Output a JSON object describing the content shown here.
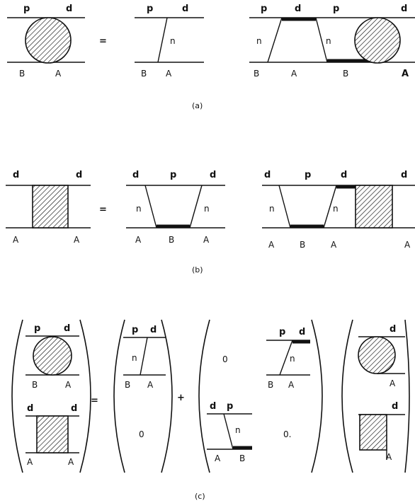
{
  "panel_a": {
    "caption": "(a)",
    "left": {
      "top_left": "p",
      "top_right": "d",
      "bottom_left": "B",
      "bottom_right": "A"
    },
    "equals": "=",
    "middle": {
      "top_left": "p",
      "top_right": "d",
      "line": "n",
      "bottom_left": "B",
      "bottom_right": "A"
    },
    "right": {
      "top1": "p",
      "top2": "d",
      "top3": "p",
      "top4": "d",
      "line1": "n",
      "line2": "n",
      "bottom1": "B",
      "bottom2": "A",
      "bottom3": "B",
      "bottom4": "A"
    }
  },
  "panel_b": {
    "caption": "(b)",
    "left": {
      "top_left": "d",
      "top_right": "d",
      "bottom_left": "A",
      "bottom_right": "A"
    },
    "equals": "=",
    "middle": {
      "top_left": "d",
      "top_mid": "p",
      "top_right": "d",
      "line_left": "n",
      "line_right": "n",
      "bottom_left": "A",
      "bottom_mid": "B",
      "bottom_right": "A"
    },
    "right": {
      "top1": "d",
      "top2": "p",
      "top3": "d",
      "top4": "d",
      "line1": "n",
      "line2": "n",
      "bottom1": "A",
      "bottom2": "B",
      "bottom3": "A",
      "bottom4": "A"
    }
  },
  "panel_c": {
    "caption": "(c)",
    "equals": "=",
    "plus": "+",
    "m1": {
      "tl": "p",
      "tr": "d",
      "bl": "B",
      "br": "A",
      "tl2": "d",
      "tr2": "d",
      "bl2": "A",
      "br2": "A"
    },
    "m2": {
      "tl": "p",
      "tr": "d",
      "line": "n",
      "bl": "B",
      "br": "A",
      "zero": "0"
    },
    "m3": {
      "zero_top": "0",
      "tl": "p",
      "tr": "d",
      "line": "n",
      "bl": "B",
      "br": "A",
      "tl2": "d",
      "tr2": "p",
      "line2": "n",
      "bl2": "A",
      "br2": "B",
      "zero_bottom": "0."
    },
    "m4": {
      "top_label": "d",
      "mid_label": "A",
      "d_label": "d",
      "bottom_label": "A"
    }
  }
}
